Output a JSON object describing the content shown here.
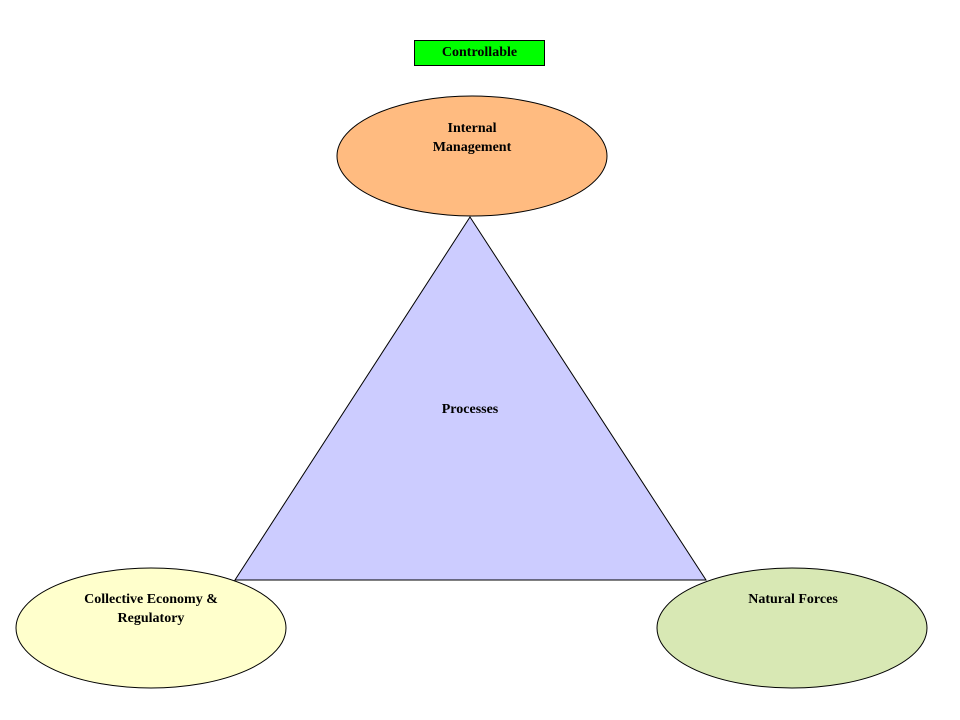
{
  "legend": {
    "label": "Controllable",
    "color": "#00ff00"
  },
  "nodes": {
    "internal": {
      "line1": "Internal",
      "line2": "Management",
      "color": "#ffbb80"
    },
    "collective": {
      "line1": "Collective Economy &",
      "line2": "Regulatory",
      "color": "#ffffcc"
    },
    "natural": {
      "line1": "Natural Forces",
      "color": "#d8e8b4"
    }
  },
  "center": {
    "label": "Processes",
    "color": "#ccccff"
  }
}
